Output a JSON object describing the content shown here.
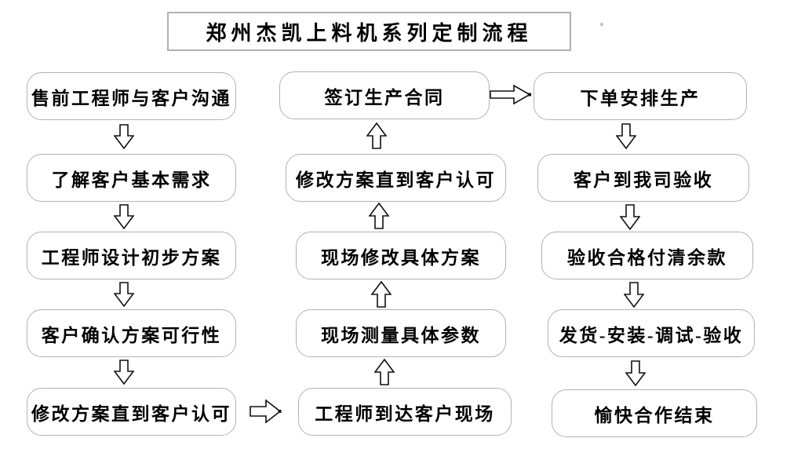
{
  "page": {
    "title": "郑州杰凯上料机系列定制流程"
  },
  "flow": {
    "left_column": {
      "direction": "down",
      "steps": [
        "售前工程师与客户沟通",
        "了解客户基本需求",
        "工程师设计初步方案",
        "客户确认方案可行性",
        "修改方案直到客户认可"
      ]
    },
    "middle_column": {
      "direction": "up",
      "steps": [
        "签订生产合同",
        "修改方案直到客户认可",
        "现场修改具体方案",
        "现场测量具体参数",
        "工程师到达客户现场"
      ]
    },
    "right_column": {
      "direction": "down",
      "steps": [
        "下单安排生产",
        "客户到我司验收",
        "验收合格付清余款",
        "发货-安装-调试-验收",
        "愉快合作结束"
      ]
    },
    "connectors": {
      "bottom_link": "left-to-middle",
      "top_link": "middle-to-right"
    }
  },
  "colors": {
    "box_border": "#b3b3b3",
    "arrow_stroke": "#111111",
    "text": "#000000",
    "background": "#ffffff"
  }
}
